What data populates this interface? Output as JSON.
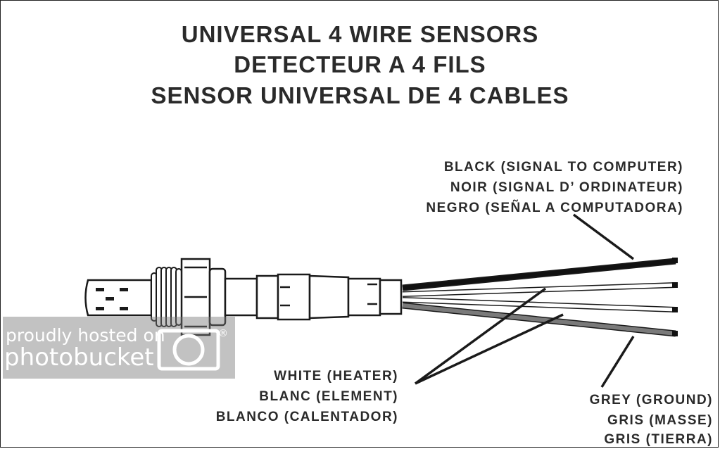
{
  "titles": {
    "line1": "UNIVERSAL 4 WIRE SENSORS",
    "line2": "DETECTEUR A  4 FILS",
    "line3": "SENSOR UNIVERSAL DE 4 CABLES"
  },
  "labels": {
    "black": [
      "BLACK (SIGNAL TO COMPUTER)",
      "NOIR (SIGNAL D’ ORDINATEUR)",
      "NEGRO (SEÑAL A COMPUTADORA)"
    ],
    "white": [
      "WHITE (HEATER)",
      "BLANC (ELEMENT)",
      "BLANCO (CALENTADOR)"
    ],
    "grey": [
      "GREY (GROUND)",
      "GRIS (MASSE)",
      "GRIS (TIERRA)"
    ]
  },
  "watermark": {
    "line1": "proudly hosted on",
    "line2": "photobucket",
    "mark": "®"
  },
  "colors": {
    "black_wire": "#111111",
    "white_wire": "#ffffff",
    "grey_wire": "#7a7a7a",
    "outline": "#1a1a1a"
  }
}
